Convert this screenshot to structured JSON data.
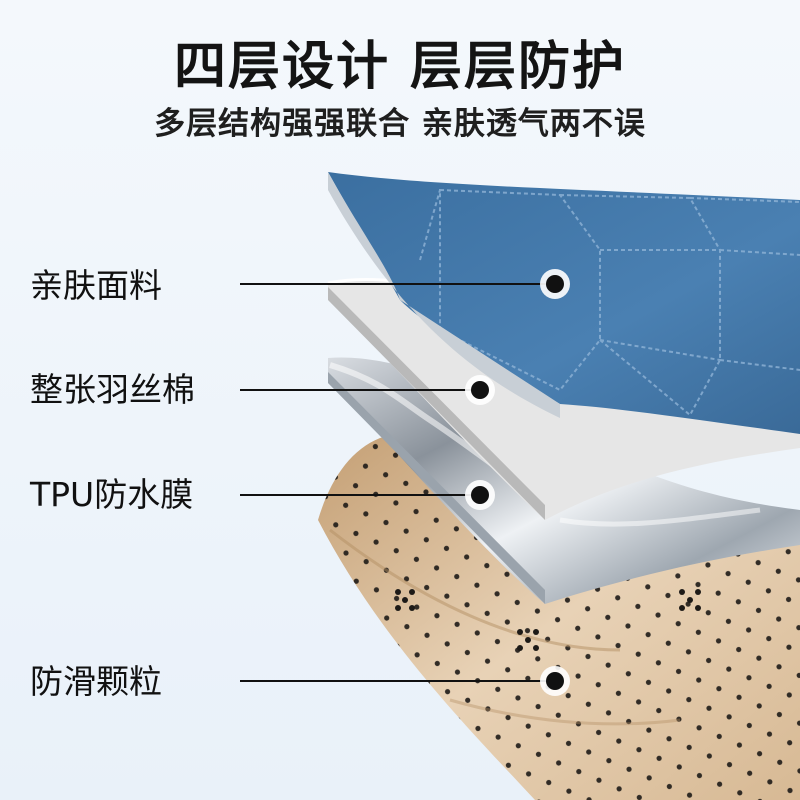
{
  "header": {
    "title": "四层设计 层层防护",
    "subtitle": "多层结构强强联合 亲肤透气两不误"
  },
  "layers": [
    {
      "label": "亲肤面料",
      "color": "#3f74a6"
    },
    {
      "label": "整张羽丝棉",
      "color": "#e4e4e4"
    },
    {
      "label": "TPU防水膜",
      "color": "#b9c2cc"
    },
    {
      "label": "防滑颗粒",
      "color": "#d9bf9c"
    }
  ],
  "colors": {
    "background": "#eef4fa",
    "leader_line": "#111111",
    "marker_dot": "#111111"
  }
}
